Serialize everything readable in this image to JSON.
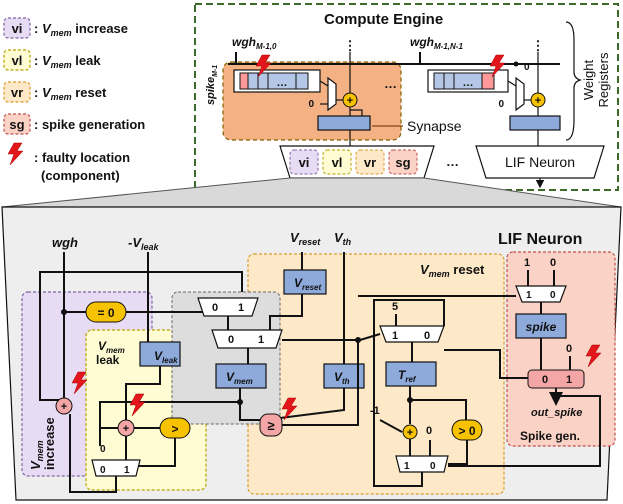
{
  "legend": [
    {
      "code": "vi",
      "sub": "mem",
      "suffix": " increase",
      "color": "#e7dcf4",
      "border": "#8064a2"
    },
    {
      "code": "vl",
      "sub": "mem",
      "suffix": " leak",
      "color": "#fffbd2",
      "border": "#b8a200"
    },
    {
      "code": "vr",
      "sub": "mem",
      "suffix": " reset",
      "color": "#fde9c8",
      "border": "#d99a2b"
    },
    {
      "code": "sg",
      "text": ": spike generation",
      "color": "#fbd3c6",
      "border": "#c0504d"
    }
  ],
  "legend_v": "V",
  "legend_colon": ": ",
  "fault_legend": [
    ": faulty location",
    "(component)"
  ],
  "compute_engine": {
    "title": "Compute Engine",
    "wgh_first": "wgh",
    "wgh_first_sub": "M-1,0",
    "wgh_last": "wgh",
    "wgh_last_sub": "M-1,N-1",
    "spike_in": "spike",
    "spike_in_sub": "M-1",
    "dots": "…",
    "vdots": "⋮",
    "zero": "0",
    "synapse": "Synapse",
    "weight_registers": [
      "Weight",
      "Registers"
    ],
    "lif_neuron_box": "LIF Neuron",
    "unit_labels": [
      "vi",
      "vl",
      "vr",
      "sg"
    ]
  },
  "lif": {
    "title": "LIF Neuron",
    "wgh": "wgh",
    "neg_vleak": "-V",
    "leak_sub": "leak",
    "vreset": "V",
    "reset_sub": "reset",
    "vth": "V",
    "th_sub": "th",
    "vmem_reset_label": "V",
    "mem_sub": "mem",
    "reset_word": " reset",
    "vmem_leak_v": "V",
    "leak_word": "leak",
    "vmem_increase_v": "V",
    "increase_word": "increase",
    "eq_zero": "= 0",
    "gt": ">",
    "gt_zero": "> 0",
    "ge": "≥",
    "plus": "+",
    "zero": "0",
    "one": "1",
    "five": "5",
    "neg_one": "-1",
    "spike": "spike",
    "tref": "T",
    "tref_sub": "ref",
    "out_spike": "out_spike",
    "spike_gen": "Spike gen.",
    "reg_v": "V"
  }
}
